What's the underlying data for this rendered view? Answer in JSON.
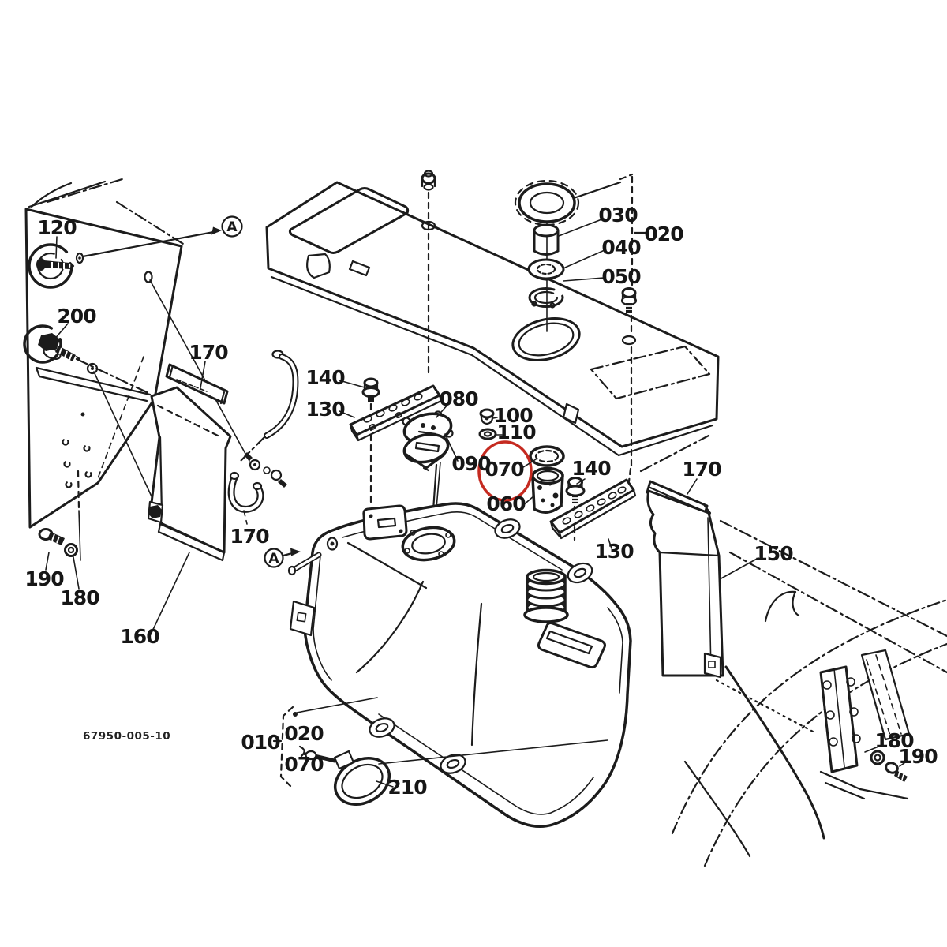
{
  "diagram": {
    "type": "exploded-parts-diagram",
    "subject": "fuel tank assembly",
    "drawing_number": "67950-005-10",
    "highlighted_callout": "070",
    "colors": {
      "line": "#1c1c1c",
      "background": "#ffffff",
      "highlight_circle": "#c52a20"
    }
  },
  "callouts": {
    "p010": "010",
    "p020": "020",
    "p020_box": "020",
    "p030": "030",
    "p040": "040",
    "p050": "050",
    "p060": "060",
    "p070": "070",
    "p070_box": "070",
    "p080": "080",
    "p090": "090",
    "p100": "100",
    "p110": "110",
    "p120": "120",
    "p130_left": "130",
    "p130_right": "130",
    "p140_left": "140",
    "p140_right": "140",
    "p150": "150",
    "p160": "160",
    "p170_left": "170",
    "p170_hose": "170",
    "p170_right": "170",
    "p180_left": "180",
    "p180_right": "180",
    "p190_left": "190",
    "p190_right": "190",
    "p200": "200",
    "p210": "210"
  },
  "markers": {
    "view_a_top": "A",
    "view_a_mid": "A"
  },
  "footer": {
    "drawing_number": "67950-005-10"
  }
}
